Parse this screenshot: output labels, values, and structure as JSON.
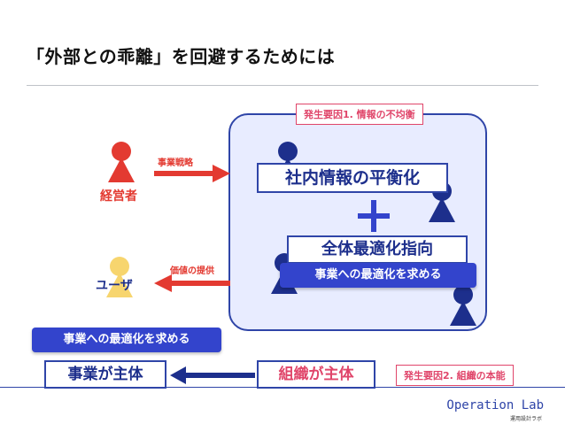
{
  "slide": {
    "title": "「外部との乖離」を回避するためには"
  },
  "panel": {
    "tag": "発生要因1. 情報の不均衡",
    "balance_label": "社内情報の平衡化",
    "plus_symbol": "+",
    "optimize_label": "全体最適化指向",
    "overlay_label": "事業への最適化を求める"
  },
  "left": {
    "manager_label": "経営者",
    "user_label": "ユーザ",
    "arrow_strategy_label": "事業戦略",
    "arrow_value_label": "価値の提供",
    "overlay_label": "事業への最適化を求める"
  },
  "bottom": {
    "business_box": "事業が主体",
    "org_box": "組織が主体",
    "tag": "発生要因2. 組織の本能"
  },
  "footer": {
    "logo": "Operation Lab",
    "logo_sub": "運用設計ラボ"
  },
  "colors": {
    "red": "#e33a31",
    "yellow": "#f7d56e",
    "navy": "#1d2f8c",
    "accent_blue": "#3344cc",
    "tag_pink": "#e0456a",
    "panel_fill": "#e8ecff"
  },
  "icons": [
    "manager-person-icon",
    "user-person-icon",
    "member-person-icon",
    "plus-icon",
    "arrow-right-icon",
    "arrow-left-icon"
  ]
}
